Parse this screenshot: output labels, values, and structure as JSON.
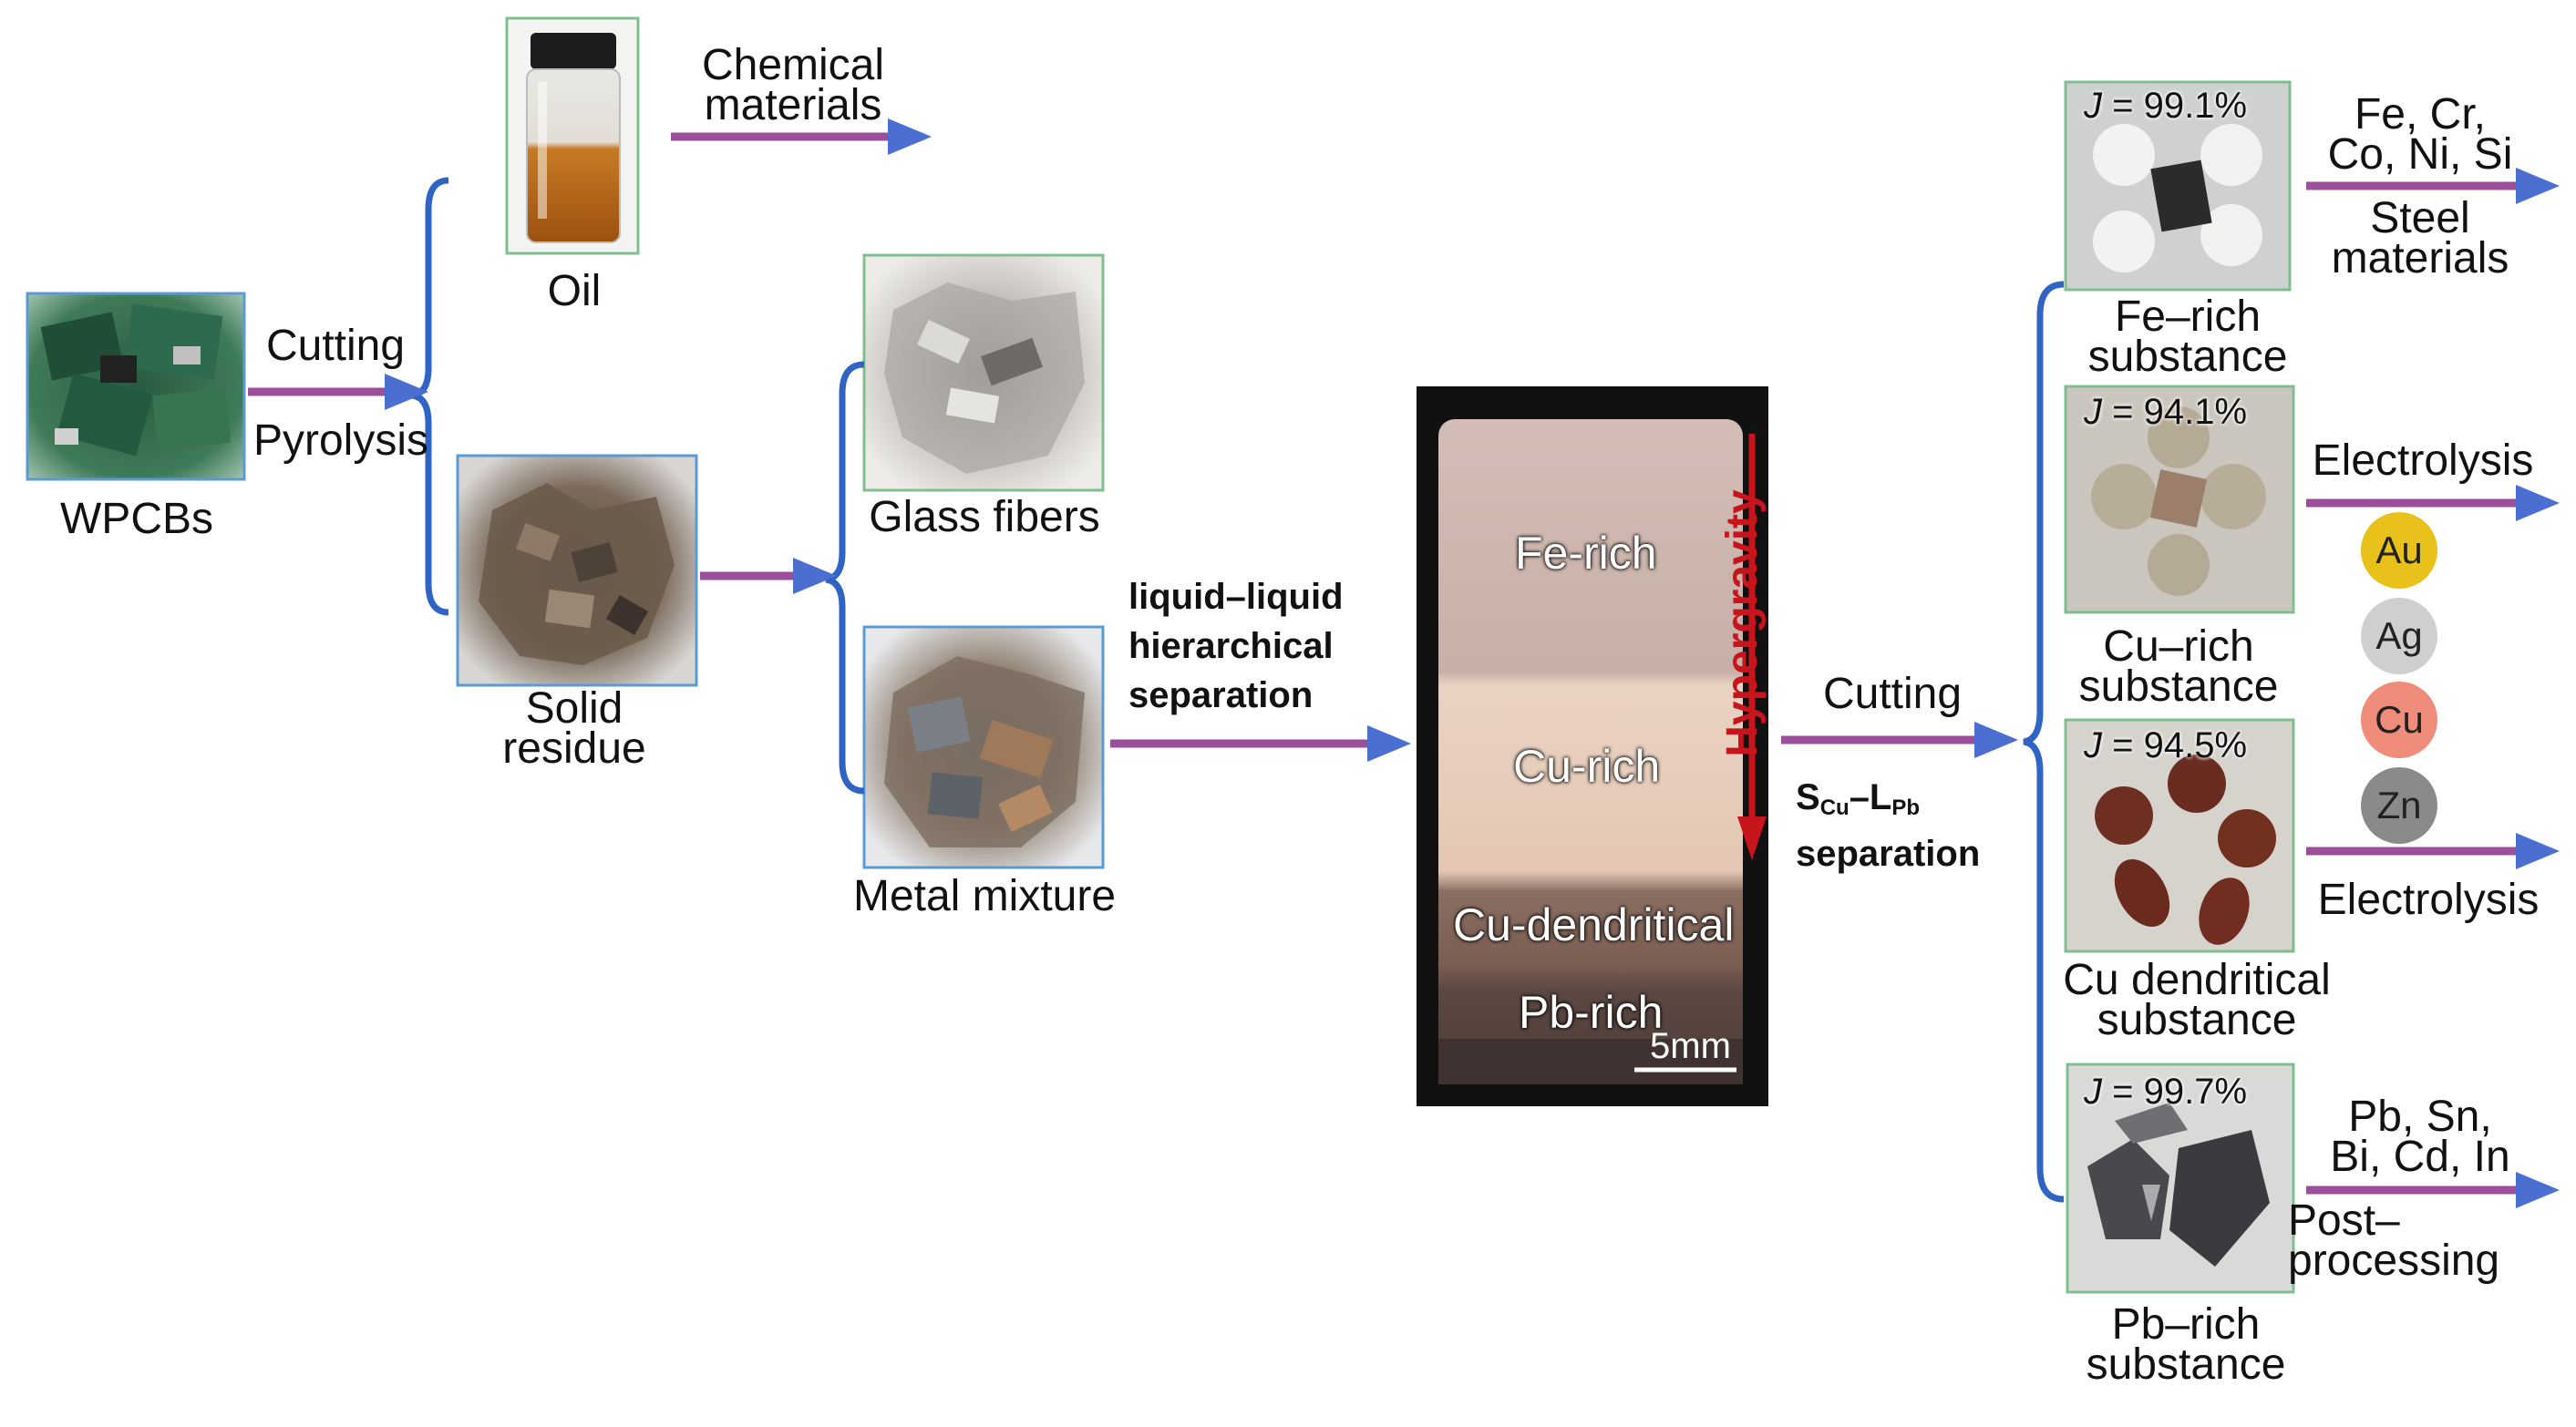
{
  "source_labels": {
    "wpcbs": "WPCBs",
    "cutting_top": "Cutting",
    "pyrolysis": "Pyrolysis",
    "oil": "Oil",
    "chemical_materials": "Chemical\nmaterials",
    "solid_residue": "Solid\nresidue",
    "glass_fibers": "Glass fibers",
    "metal_mixture": "Metal mixture",
    "separation_method": "liquid–liquid\nhierarchical\nseparation"
  },
  "sample": {
    "layers": [
      "Fe-rich",
      "Cu-rich",
      "Cu-dendritical",
      "Pb-rich"
    ],
    "force_label": "Hypergravity",
    "scale_bar": "5mm"
  },
  "second_stage": {
    "cutting": "Cutting",
    "sep_s": "S",
    "sep_s_sub": "Cu",
    "sep_dash": "–L",
    "sep_l_sub": "Pb",
    "sep_word": "separation"
  },
  "products": [
    {
      "j_prefix": "J",
      "j_value": " = 99.1%",
      "name": "Fe–rich\nsubstance",
      "output": "Fe, Cr,\nCo, Ni, Si",
      "use": "Steel\nmaterials"
    },
    {
      "j_prefix": "J",
      "j_value": " = 94.1%",
      "name": "Cu–rich\nsubstance",
      "process": "Electrolysis"
    },
    {
      "j_prefix": "J",
      "j_value": " = 94.5%",
      "name": "Cu dendritical\nsubstance",
      "process": "Electrolysis"
    },
    {
      "j_prefix": "J",
      "j_value": " = 99.7%",
      "name": "Pb–rich\nsubstance",
      "output": "Pb, Sn,\nBi, Cd, In",
      "use": "Post–\nprocessing"
    }
  ],
  "recovered_metals": [
    "Au",
    "Ag",
    "Cu",
    "Zn"
  ],
  "colors": {
    "arrow_shaft": "#9b4f9b",
    "arrow_head": "#4a6fd0",
    "brace": "#2f64c4",
    "hypergravity": "#c8151b",
    "photo_border_green": "#7fbf8f",
    "photo_border_blue": "#5b9bd5",
    "au": "#e8c21a",
    "ag": "#c8c8c8",
    "cu": "#f08c7a",
    "zn": "#8a8a8a"
  }
}
